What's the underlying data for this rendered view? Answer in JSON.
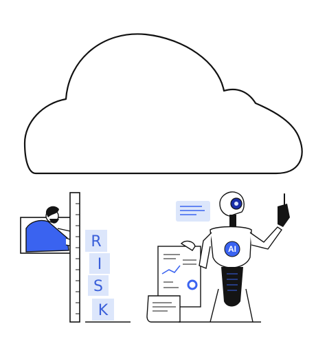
{
  "risk_blocks": [
    {
      "letter": "R"
    },
    {
      "letter": "I"
    },
    {
      "letter": "S"
    },
    {
      "letter": "K"
    }
  ],
  "robot_badge": "AI",
  "colors": {
    "outline": "#111111",
    "accent_blue": "#3a63f0",
    "light_blue": "#dce6fb",
    "letter_blue": "#3a5fd9",
    "dark": "#141414"
  },
  "icons": [
    "cloud-icon",
    "person-icon",
    "ruler-icon",
    "robot-icon",
    "document-icon",
    "speech-bubble-icon"
  ]
}
